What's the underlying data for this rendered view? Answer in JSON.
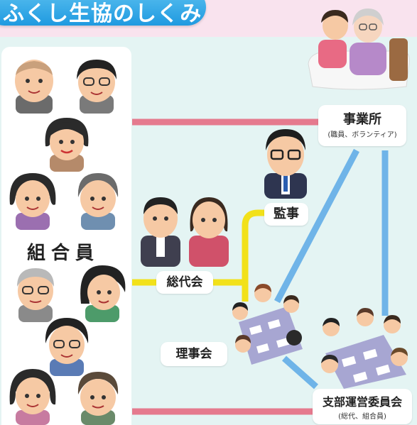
{
  "title": "ふくし生協のしくみ",
  "members": "組合員",
  "nodes": {
    "office": {
      "title": "事業所",
      "subtitle": "(職員、ボランティア)"
    },
    "auditor": "監事",
    "delegates": "総代会",
    "board": "理事会",
    "branch": {
      "title": "支部運営委員会",
      "subtitle": "(総代、組合員)"
    }
  },
  "colors": {
    "title_bg": "#2aa4e6",
    "line_pink": "#e57a8e",
    "line_blue": "#6fb4e8",
    "line_yellow": "#f2e11a",
    "background": "#e4f4f3",
    "header_band": "#f9e3ee"
  }
}
